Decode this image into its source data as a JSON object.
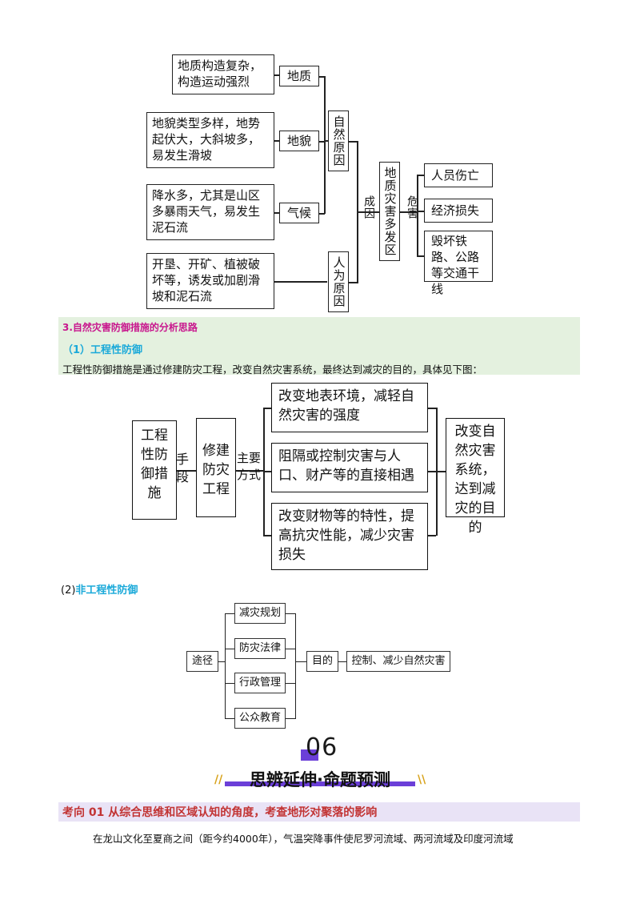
{
  "diagram1": {
    "cause_boxes": [
      "地质构造复杂，构造运动强烈",
      "地貌类型多样，地势起伏大，大斜坡多，易发生滑坡",
      "降水多，尤其是山区多暴雨天气，易发生泥石流",
      "开垦、开矿、植被破坏等，诱发或加剧滑坡和泥石流"
    ],
    "factor_labels": [
      "地质",
      "地貌",
      "气候"
    ],
    "natural_cause": "自然原因",
    "human_cause": "人为原因",
    "cause_link": "成因",
    "center": "地质灾害多发区",
    "harm_link": "危害",
    "harms": [
      "人员伤亡",
      "经济损失",
      "毁坏铁路、公路等交通干线"
    ]
  },
  "section3": {
    "heading": "3.自然灾害防御措施的分析思路",
    "sub1": "（1）工程性防御",
    "paragraph": "工程性防御措施是通过修建防灾工程，改变自然灾害系统，最终达到减灾的目的，具体见下图："
  },
  "diagram2": {
    "start": "工程性防御措施",
    "link1": "手段",
    "mid": "修建防灾工程",
    "link2": "主要方式",
    "methods": [
      "改变地表环境，减轻自然灾害的强度",
      "阻隔或控制灾害与人口、财产等的直接相遇",
      "改变财物等的特性，提高抗灾性能，减少灾害损失"
    ],
    "result": "改变自然灾害系统，达到减灾的目的"
  },
  "section_nonengineering": {
    "heading_prefix": "(2)",
    "heading_label": "非工程性防御"
  },
  "diagram3": {
    "start": "途径",
    "items": [
      "减灾规划",
      "防灾法律",
      "行政管理",
      "公众教育"
    ],
    "purpose": "目的",
    "goal": "控制、减少自然灾害"
  },
  "banner": {
    "number": "06",
    "title": "思辨延伸·命题预测"
  },
  "topic": {
    "heading": "考向 01 从综合思维和区域认知的角度，考查地形对聚落的影响",
    "paragraph": "在龙山文化至夏商之间（距今约4000年），气温突降事件使尼罗河流域、两河流域及印度河流域"
  },
  "colors": {
    "magenta": "#c8168d",
    "cyan": "#1aa9d9",
    "band_green": "#e4f1df",
    "purple": "#6b3fd8",
    "topic_red": "#c23434"
  }
}
